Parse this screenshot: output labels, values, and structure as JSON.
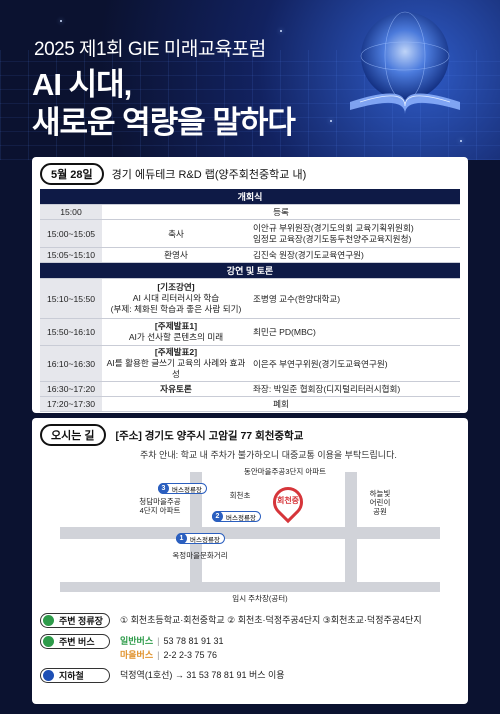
{
  "header": {
    "subtitle": "2025 제1회 GIE 미래교육포럼",
    "title": "AI 시대,\n새로운 역량을 말하다"
  },
  "event": {
    "date": "5월 28일",
    "venue": "경기 에듀테크 R&D 랩(양주회천중학교 내)"
  },
  "schedule": {
    "section1": "개회식",
    "rows1": [
      {
        "time": "15:00",
        "program": "",
        "speaker": "등록",
        "merged": true
      },
      {
        "time": "15:00~15:05",
        "program": "축사",
        "speaker": "이안규 부위원장(경기도의회 교육기획위원회)\n임정모 교육장(경기도동두천양주교육지원청)"
      },
      {
        "time": "15:05~15:10",
        "program": "환영사",
        "speaker": "김진숙 원장(경기도교육연구원)"
      }
    ],
    "section2": "강연 및 토론",
    "rows2": [
      {
        "time": "15:10~15:50",
        "title": "[기조강연]",
        "detail": "AI 시대 리터러시와 학습\n(부제: 체화된 학습과 좋은 사람 되기)",
        "speaker": "조병영 교수(한양대학교)"
      },
      {
        "time": "15:50~16:10",
        "title": "[주제발표1]",
        "detail": "AI가 선사할 콘텐츠의 미래",
        "speaker": "최민근 PD(MBC)"
      },
      {
        "time": "16:10~16:30",
        "title": "[주제발표2]",
        "detail": "AI를 활용한 글쓰기 교육의 사례와 효과성",
        "speaker": "이은주 부연구위원(경기도교육연구원)"
      },
      {
        "time": "16:30~17:20",
        "title": "자유토론",
        "detail": "",
        "speaker": "좌장: 박일준 협회장(디지털리터러시협회)"
      },
      {
        "time": "17:20~17:30",
        "title": "",
        "detail": "",
        "speaker": "폐회",
        "merged": true
      }
    ]
  },
  "directions": {
    "label": "오시는 길",
    "address": "[주소] 경기도 양주시 고암길 77 회천중학교",
    "parking_note": "주차 안내: 학교 내 주차가 불가하오니 대중교통 이용을 부탁드립니다."
  },
  "map": {
    "apt_top": "동안마을주공3단지 아파트",
    "apt_left": "청담마을주공\n4단지 아파트",
    "school_near": "회천초",
    "school_target": "회천중",
    "park": "하늘빛\n어린이\n공원",
    "culture": "옥정마을문화거리",
    "temp_parking": "임시 주차장(공터)",
    "bus_stop_label": "버스정류장",
    "stop1": "1",
    "stop2": "2",
    "stop3": "3"
  },
  "transport": {
    "stops_label": "주변 정류장",
    "stops_text": "① 회천초등학교·회천중학교 ② 회천초·덕정주공4단지 ③회천초교·덕정주공4단지",
    "bus_label": "주변 버스",
    "bus_type_a": "일반버스",
    "bus_a_text": "53  78  81  91  31",
    "bus_type_b": "마을버스",
    "bus_b_text": "2-2  2-3  75  76",
    "subway_label": "지하철",
    "subway_text": "덕정역(1호선) → 31  53  78  81  91 버스 이용"
  },
  "colors": {
    "navy": "#0e1a46",
    "green": "#2e9b4a",
    "blue": "#1d4fb5",
    "red": "#d6353a",
    "orange": "#e0912a"
  }
}
